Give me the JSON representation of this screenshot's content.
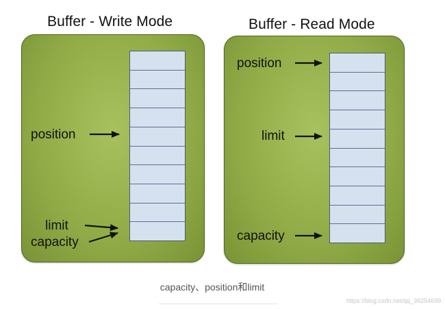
{
  "write_panel": {
    "title": "Buffer - Write Mode",
    "cell_count": 10,
    "position_label": "position",
    "limit_label": "limit",
    "capacity_label": "capacity"
  },
  "read_panel": {
    "title": "Buffer - Read Mode",
    "cell_count": 10,
    "position_label": "position",
    "limit_label": "limit",
    "capacity_label": "capacity"
  },
  "caption": "capacity、position和limit",
  "watermark": "https://blog.csdn.net/qq_36254699",
  "colors": {
    "panel_green": "#92ad48",
    "cell_blue": "#d6e1f0",
    "arrow": "#111111"
  }
}
